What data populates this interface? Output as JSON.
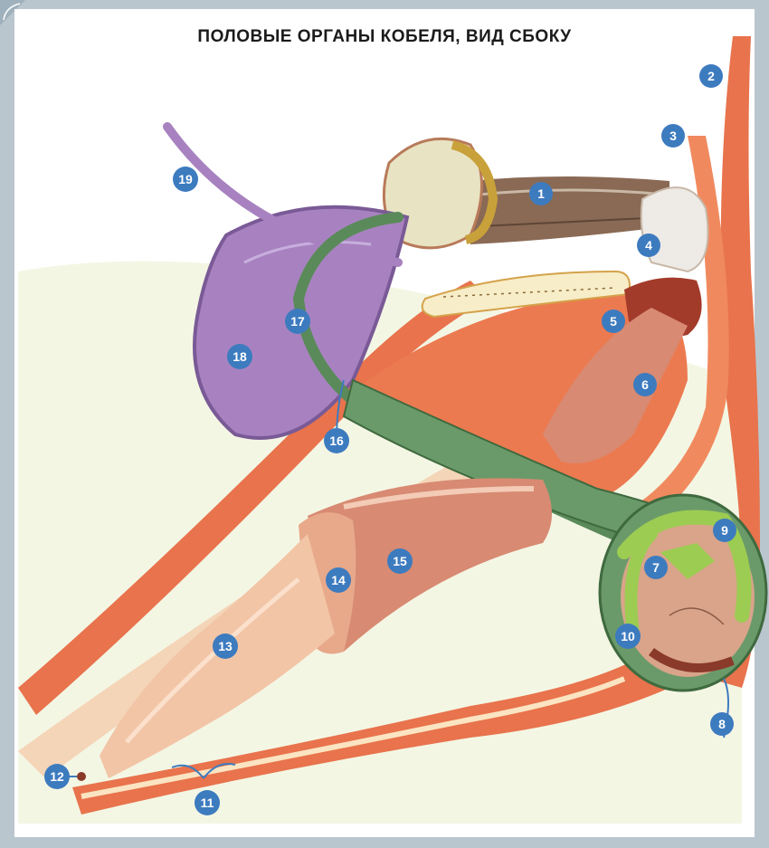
{
  "title": "Половые органы кобеля, вид сбоку",
  "labels": [
    "1",
    "2",
    "3",
    "4",
    "5",
    "6",
    "7",
    "8",
    "9",
    "10",
    "11",
    "12",
    "13",
    "14",
    "15",
    "16",
    "17",
    "18",
    "19"
  ],
  "colors": {
    "background": "#b9c6ce",
    "sheet": "#ffffff",
    "tissue": "#e8734c",
    "muscle": "#d9a48a",
    "duct_green": "#6b9a6a",
    "bright_green": "#9ccc52",
    "bladder": "#a882c0",
    "label_fill": "#3d7bbf"
  }
}
